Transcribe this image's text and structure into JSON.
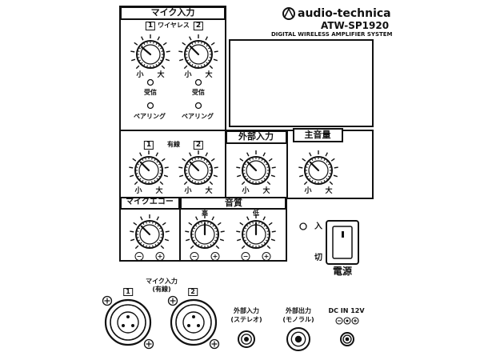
{
  "brand": {
    "name": "audio-technica",
    "model": "ATW-SP1920",
    "subtitle": "DIGITAL WIRELESS AMPLIFIER SYSTEM"
  },
  "mic_input": {
    "title": "マイク入力",
    "wireless_label": "ワイヤレス",
    "ch1": "1",
    "ch2": "2",
    "receive_label": "受信",
    "pairing_label": "ペアリング"
  },
  "wired": {
    "label": "有線",
    "ch1": "1",
    "ch2": "2"
  },
  "external_input": {
    "title": "外部入力"
  },
  "master_volume": {
    "title": "主音量"
  },
  "mic_echo": {
    "title": "マイクエコー"
  },
  "tone": {
    "title": "音質",
    "high": "高",
    "low": "低"
  },
  "knob": {
    "min": "小",
    "max": "大",
    "minus": "−",
    "plus": "+"
  },
  "power": {
    "title": "電源",
    "on": "入",
    "off": "切"
  },
  "bottom": {
    "mic_input_title": "マイク入力",
    "mic_input_sub": "(有線)",
    "jack1": "1",
    "jack2": "2",
    "ext_in": "外部入力",
    "ext_in_sub": "(ステレオ)",
    "ext_out": "外部出力",
    "ext_out_sub": "(モノラル)",
    "dc_in": "DC IN 12V"
  }
}
